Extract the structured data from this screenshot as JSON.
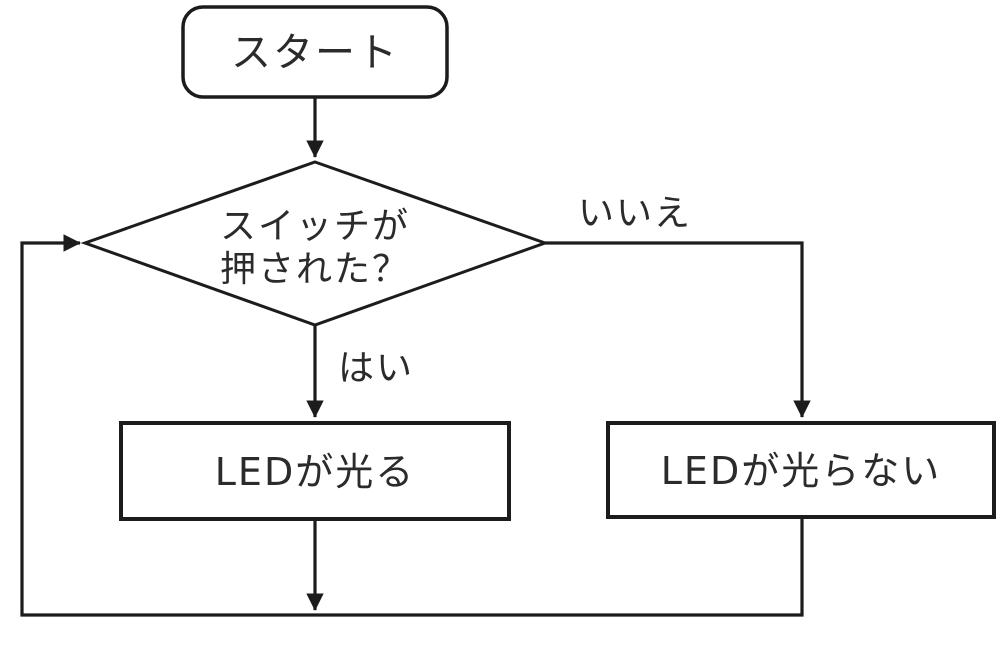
{
  "diagram": {
    "type": "flowchart",
    "nodes": {
      "start": {
        "label": "スタート",
        "shape": "rounded-terminator"
      },
      "decision": {
        "label_line1": "スイッチが",
        "label_line2": "押された？",
        "shape": "diamond"
      },
      "led_on": {
        "label": "LEDが光る",
        "shape": "process-box"
      },
      "led_off": {
        "label": "LEDが光らない",
        "shape": "process-box"
      }
    },
    "edges": {
      "yes_label": "はい",
      "no_label": "いいえ",
      "flow": [
        "start -> decision",
        "decision -(はい)-> led_on",
        "decision -(いいえ)-> led_off",
        "led_on -> merge-rail",
        "led_off -> merge-rail -> loop back to decision left vertex"
      ]
    },
    "colors": {
      "stroke": "#1c1c1c",
      "text": "#2b2b2b",
      "background": "#ffffff"
    }
  }
}
